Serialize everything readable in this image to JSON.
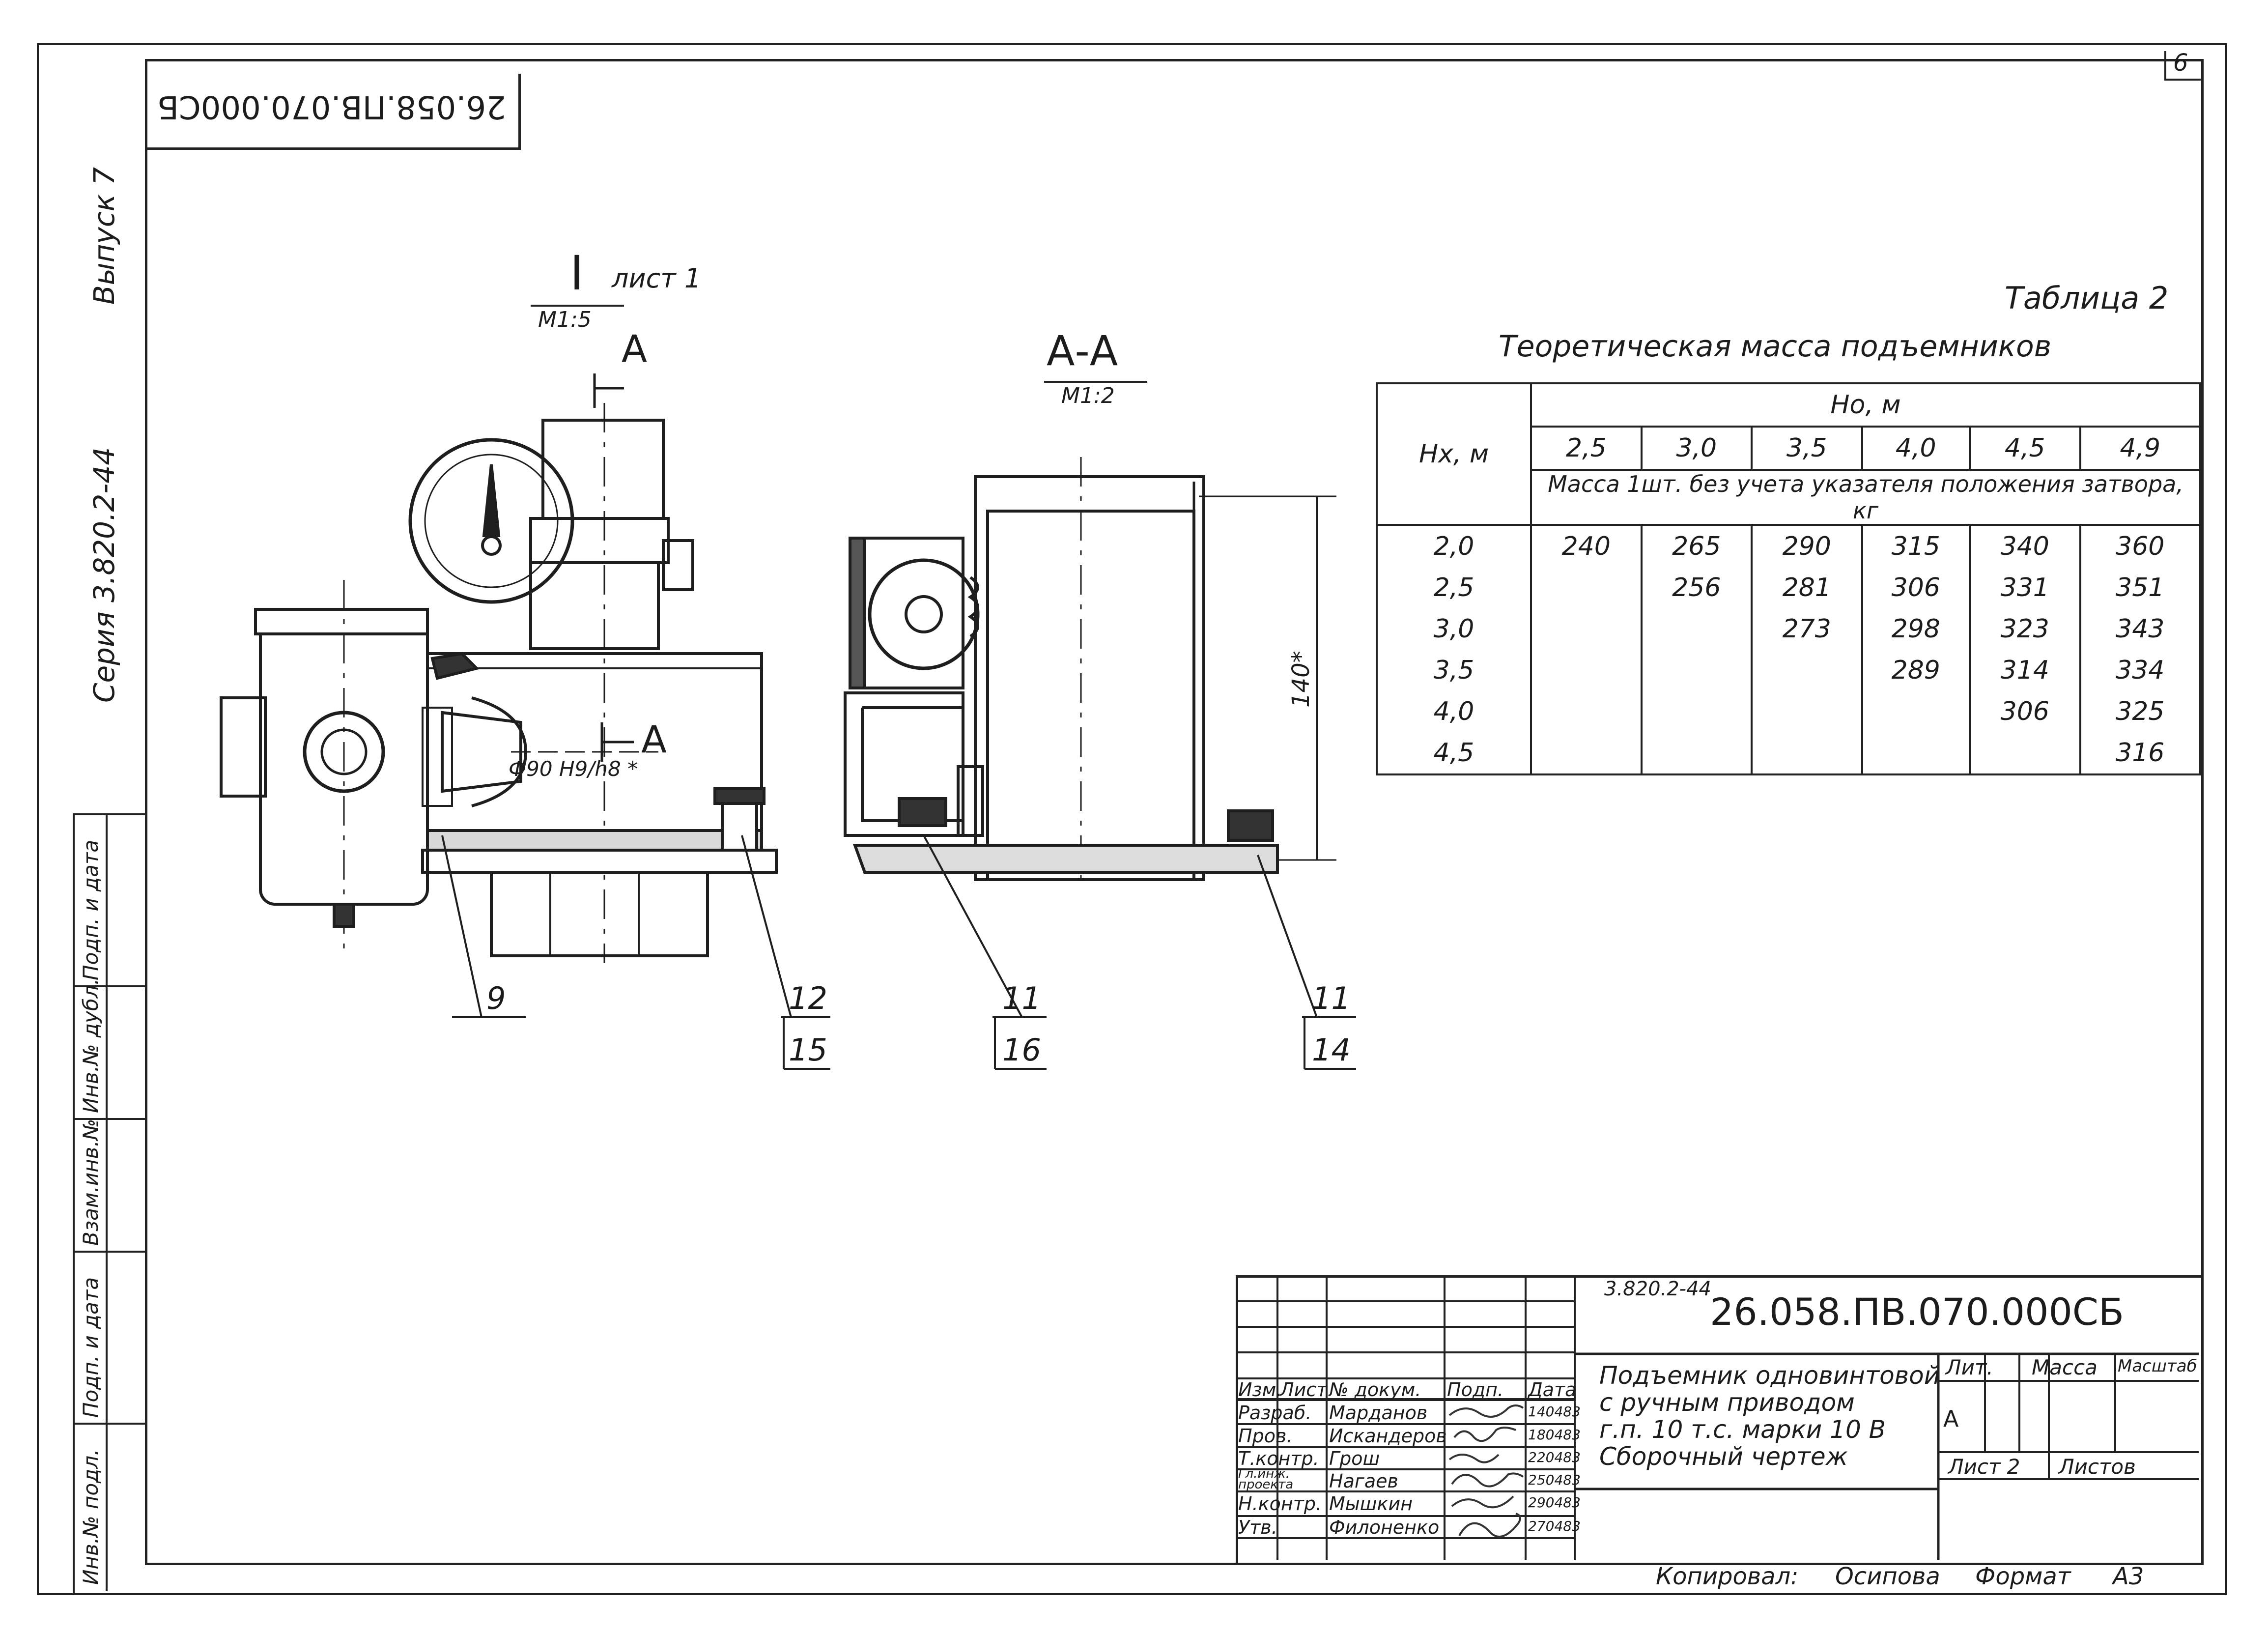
{
  "sheet": {
    "corner_number": "6",
    "inverted_code": "26.058.ПВ.070.000СБ",
    "left_margin": {
      "issue": "Выпуск 7",
      "series": "Серия 3.820.2-44",
      "stamp_labels": [
        "Подп. и дата",
        "Инв.№ дубл.",
        "Взам.инв.№",
        "Подп. и дата",
        "Инв.№ подл."
      ]
    }
  },
  "views": {
    "view1_label": "I",
    "view1_sheet": "лист 1",
    "view1_scale": "М1:5",
    "section_label": "А-А",
    "section_scale": "М1:2",
    "cut_mark_top": "А",
    "cut_mark_side": "А",
    "fit_dimension": "Ф90 H9/h8 *",
    "height_dimension": "140*"
  },
  "callouts": [
    {
      "id": "9",
      "label": "9"
    },
    {
      "id": "12",
      "label": "12"
    },
    {
      "id": "15",
      "label": "15"
    },
    {
      "id": "11a",
      "label": "11"
    },
    {
      "id": "16",
      "label": "16"
    },
    {
      "id": "11b",
      "label": "11"
    },
    {
      "id": "14",
      "label": "14"
    }
  ],
  "mass_table": {
    "caption": "Таблица 2",
    "title": "Теоретическая масса подъемников",
    "row_header": "Нх, м",
    "group_header": "Но, м",
    "columns": [
      "2,5",
      "3,0",
      "3,5",
      "4,0",
      "4,5",
      "4,9"
    ],
    "subheader": "Масса 1шт. без учета указателя положения затвора, кг",
    "rows": [
      {
        "hx": "2,0",
        "values": [
          "240",
          "265",
          "290",
          "315",
          "340",
          "360"
        ]
      },
      {
        "hx": "2,5",
        "values": [
          "",
          "256",
          "281",
          "306",
          "331",
          "351"
        ]
      },
      {
        "hx": "3,0",
        "values": [
          "",
          "",
          "273",
          "298",
          "323",
          "343"
        ]
      },
      {
        "hx": "3,5",
        "values": [
          "",
          "",
          "",
          "289",
          "314",
          "334"
        ]
      },
      {
        "hx": "4,0",
        "values": [
          "",
          "",
          "",
          "",
          "306",
          "325"
        ]
      },
      {
        "hx": "4,5",
        "values": [
          "",
          "",
          "",
          "",
          "",
          "316"
        ]
      }
    ]
  },
  "title_block": {
    "series_small": "3.820.2-44",
    "designation": "26.058.ПВ.070.000СБ",
    "name_lines": [
      "Подъемник одновинтовой",
      "с ручным приводом",
      "г.п. 10 т.с. марки 10 В",
      "Сборочный чертеж"
    ],
    "head": {
      "izm": "Изм.",
      "list": "Лист",
      "doc": "№ докум.",
      "sign": "Подп.",
      "date": "Дата"
    },
    "staff": [
      {
        "role": "Разраб.",
        "name": "Марданов",
        "date": "140483"
      },
      {
        "role": "Пров.",
        "name": "Искандеров",
        "date": "180483"
      },
      {
        "role": "Т.контр.",
        "name": "Грош",
        "date": "220483"
      },
      {
        "role": "Гл.инж. проекта",
        "name": "Нагаев",
        "date": "250483"
      },
      {
        "role": "Н.контр.",
        "name": "Мышкин",
        "date": "290483"
      },
      {
        "role": "Утв.",
        "name": "Филоненко",
        "date": "270483"
      }
    ],
    "lit_label": "Лит.",
    "mass_label": "Масса",
    "scale_label": "Масштаб",
    "lit_value": "А",
    "sheet_label": "Лист 2",
    "sheets_label": "Листов"
  },
  "footer": {
    "copied_by_label": "Копировал:",
    "copied_by": "Осипова",
    "format_label": "Формат",
    "format": "А3"
  }
}
